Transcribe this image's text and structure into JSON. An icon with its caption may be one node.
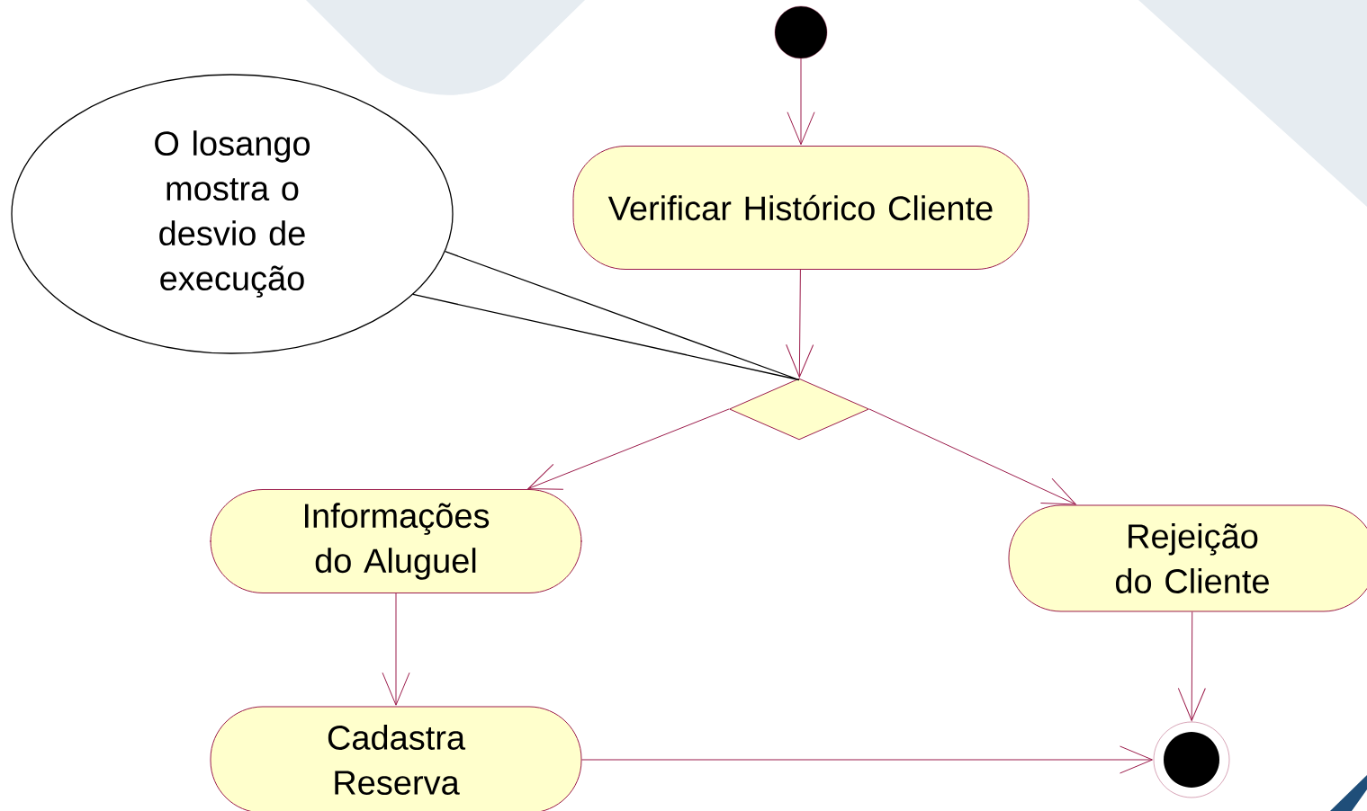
{
  "diagram": {
    "nodes": [
      {
        "text": [],
        "shape": "circle"
      },
      {
        "text": [
          "Verificar Histórico Cliente"
        ]
      },
      {
        "text": [],
        "shape": "diamond"
      },
      {
        "text": [
          "Informações do Aluguel"
        ]
      },
      {
        "text": [
          "Rejeição do Cliente"
        ]
      },
      {
        "text": [
          "Cadastra Reserva"
        ]
      },
      {
        "text": [],
        "shape": "circle"
      },
      {
        "text": [
          "O losango mostra o desvio de execução"
        ]
      }
    ],
    "edges": [
      {
        "from": 0,
        "to": 1,
        "arrow": "to"
      },
      {
        "from": 1,
        "to": 2,
        "arrow": "to"
      },
      {
        "from": 2,
        "to": 3,
        "arrow": "to"
      },
      {
        "from": 2,
        "to": 4,
        "arrow": "to"
      },
      {
        "from": 3,
        "to": 5,
        "arrow": "to"
      },
      {
        "from": 4,
        "to": 6,
        "arrow": "to"
      },
      {
        "from": 5,
        "to": 6,
        "arrow": "to"
      },
      {
        "from": 7,
        "to": 2,
        "arrow": "none",
        "color": "#000000"
      }
    ]
  }
}
